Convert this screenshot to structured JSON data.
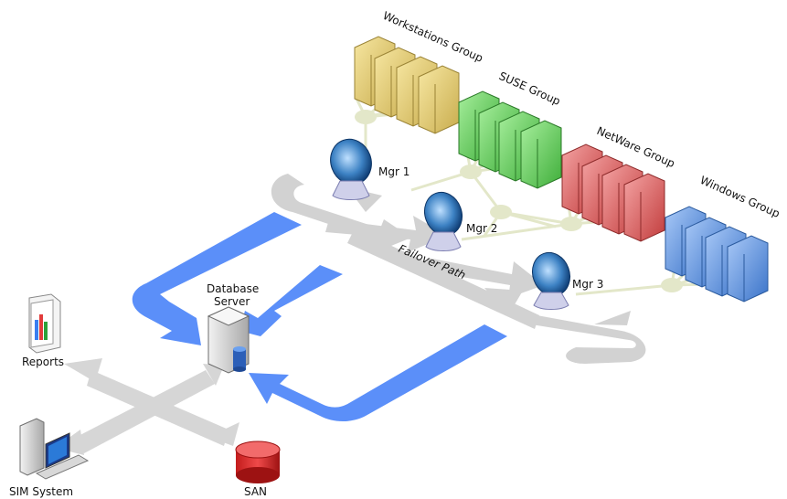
{
  "groups": {
    "workstations": {
      "label": "Workstations Group",
      "color": "#e8cf70"
    },
    "suse": {
      "label": "SUSE Group",
      "color": "#6ccf5e"
    },
    "netware": {
      "label": "NetWare Group",
      "color": "#e26464"
    },
    "windows": {
      "label": "Windows Group",
      "color": "#5b95e6"
    }
  },
  "managers": {
    "mgr1": {
      "label": "Mgr 1"
    },
    "mgr2": {
      "label": "Mgr 2"
    },
    "mgr3": {
      "label": "Mgr 3"
    }
  },
  "failover": {
    "label": "Failover Path"
  },
  "database": {
    "label_line1": "Database",
    "label_line2": "Server"
  },
  "reports": {
    "label": "Reports"
  },
  "sim": {
    "label": "SIM System"
  },
  "san": {
    "label": "SAN"
  },
  "colors": {
    "flow_blue": "#5b8ff9",
    "path_gray": "#cfcfcf",
    "node": "#e3e7c9"
  }
}
